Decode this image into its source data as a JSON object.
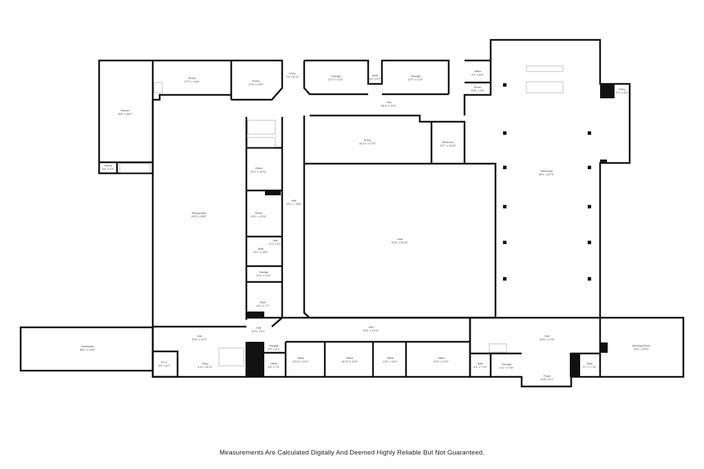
{
  "rooms": [
    {
      "name": "Kitchen",
      "dims": "16'6\" x 38'7\""
    },
    {
      "name": "Pantry",
      "dims": "4'6\" x 3'3\""
    },
    {
      "name": "Room",
      "dims": "27'7\" x 14'8\""
    },
    {
      "name": "Room",
      "dims": "17'0\" x 14'9\""
    },
    {
      "name": "Entry",
      "dims": "7'9\" x 6'11\""
    },
    {
      "name": "Storage",
      "dims": "22'7\" x 11'9\""
    },
    {
      "name": "Bath",
      "dims": "4'6\" x 5'7\""
    },
    {
      "name": "Storage",
      "dims": "22'7\" x 11'9\""
    },
    {
      "name": "Office",
      "dims": "9'2\" x 6'6\""
    },
    {
      "name": "Room",
      "dims": "10'6\" x 3'5\""
    },
    {
      "name": "Entry",
      "dims": "3'1\" x 4'4\""
    },
    {
      "name": "Hall",
      "dims": "54'2\" x 16'4\""
    },
    {
      "name": "Room",
      "dims": "44'10\" x 17'5\""
    },
    {
      "name": "Bedroom",
      "dims": "11'7\" x 14'10\""
    },
    {
      "name": "Sanctuary",
      "dims": "58'1\" x 97'9\""
    },
    {
      "name": "Dining Area",
      "dims": "33'5\" x 90'6\""
    },
    {
      "name": "Office",
      "dims": "13'1\" x 14'11\""
    },
    {
      "name": "Hall",
      "dims": "23'1\" x 76'8\""
    },
    {
      "name": "Room",
      "dims": "13'1\" x 13'11\""
    },
    {
      "name": "Hall",
      "dims": "5'7\" x 4'1\""
    },
    {
      "name": "Bath",
      "dims": "13'1\" x 18'0\""
    },
    {
      "name": "Storage",
      "dims": "13'1\" x 9'11\""
    },
    {
      "name": "Bath",
      "dims": "13'1\" x 7'7\""
    },
    {
      "name": "Sala",
      "dims": "67'6\" x 53'10\""
    },
    {
      "name": "Hall",
      "dims": "8'11\" x 8'1\""
    },
    {
      "name": "Hall",
      "dims": "79'5\" x 12'11\""
    },
    {
      "name": "Hall",
      "dims": "45'5\" x 17'6\""
    },
    {
      "name": "Sanctuary",
      "dims": "96'0\" x 14'8\""
    },
    {
      "name": "Hall",
      "dims": "32'6\" x 17'2\""
    },
    {
      "name": "W.i.c.",
      "dims": "8'0\" x 6'7\""
    },
    {
      "name": "Entry",
      "dims": "4'11\" x 8'11\""
    },
    {
      "name": "Storage",
      "dims": "4'8\" x 4'4\""
    },
    {
      "name": "Office",
      "dims": "4'8\" x 7'9\""
    },
    {
      "name": "Office",
      "dims": "13'11\" x 12'4\""
    },
    {
      "name": "Office",
      "dims": "16'10\" x 12'4\""
    },
    {
      "name": "Office",
      "dims": "11'5\" x 12'4\""
    },
    {
      "name": "Office",
      "dims": "32'4\" x 12'4\""
    },
    {
      "name": "Bath",
      "dims": "4'9\" x 7'10\""
    },
    {
      "name": "Storage",
      "dims": "11'1\" x 7'10\""
    },
    {
      "name": "Foyer",
      "dims": "10'8\" x 6'7\""
    },
    {
      "name": "Bath",
      "dims": "4'7\" x 7'10\""
    },
    {
      "name": "Meeting Room",
      "dims": "29'2\" x 20'0\""
    }
  ],
  "footer": "Measurements Are Calculated Digitally And Deemed Highly Reliable But Not Guaranteed.",
  "colors": {
    "wall": "#111111",
    "window": "#cccccc",
    "label": "#444444"
  }
}
